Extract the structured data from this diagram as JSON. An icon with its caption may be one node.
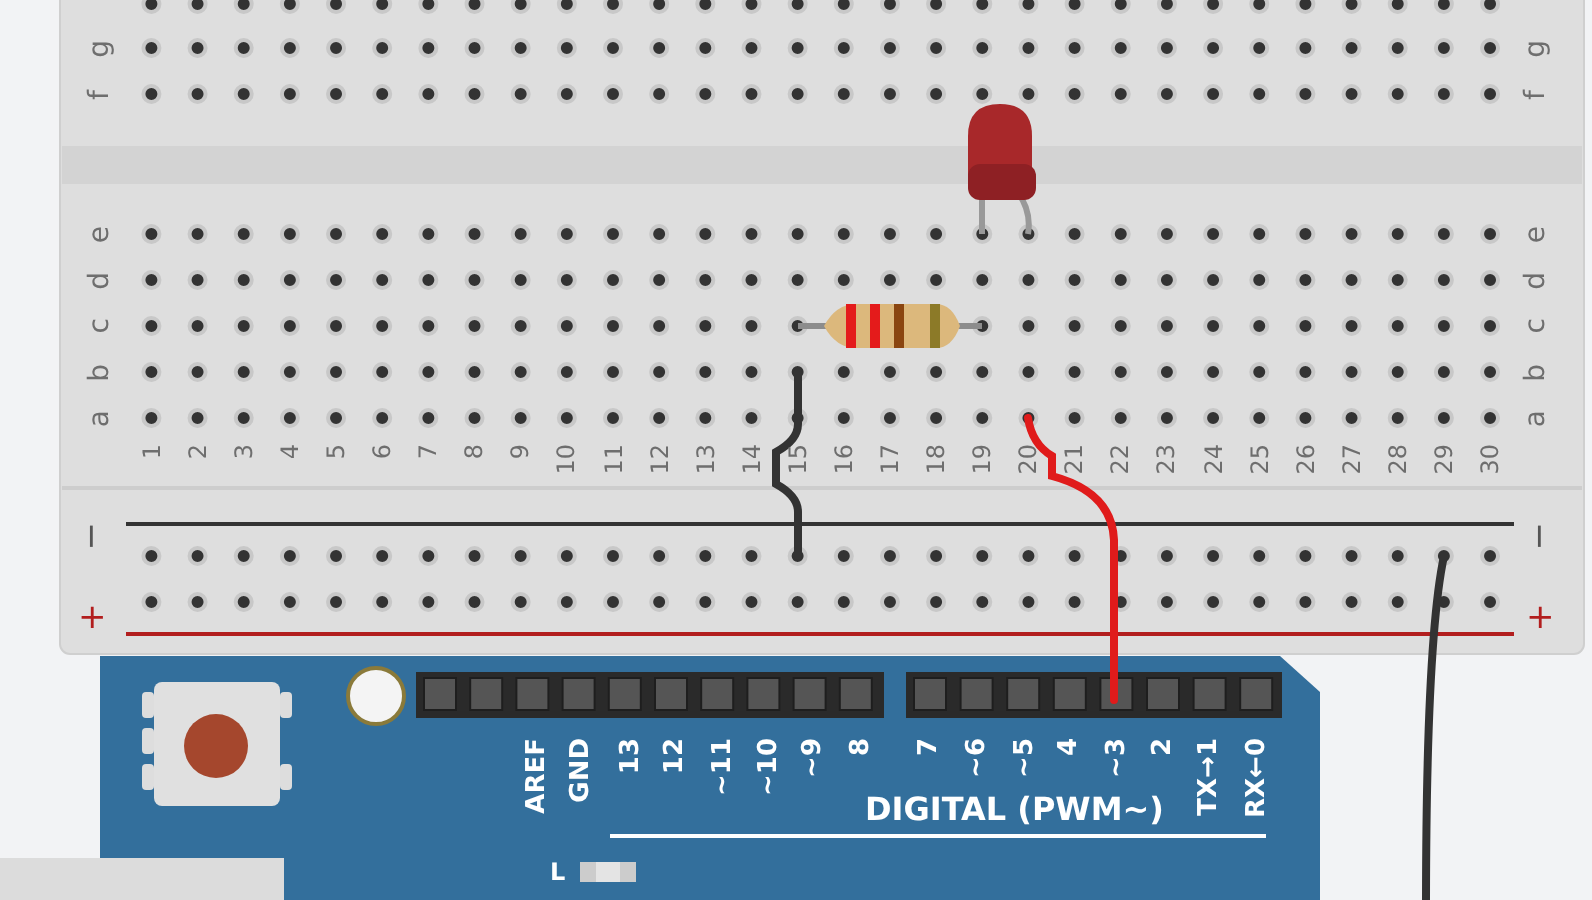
{
  "diagram": {
    "labels": [
      "g",
      "g",
      "f",
      "f",
      "e",
      "e",
      "d",
      "d",
      "c",
      "c",
      "b",
      "b",
      "a",
      "a",
      "1",
      "2",
      "3",
      "4",
      "5",
      "6",
      "7",
      "8",
      "9",
      "10",
      "11",
      "12",
      "13",
      "14",
      "15",
      "16",
      "17",
      "18",
      "19",
      "20",
      "21",
      "22",
      "23",
      "24",
      "25",
      "26",
      "27",
      "28",
      "29",
      "30",
      "−",
      "−",
      "+",
      "+",
      "AREF",
      "GND",
      "13",
      "12",
      "~11",
      "~10",
      "~9",
      "8",
      "7",
      "~6",
      "~5",
      "4",
      "~3",
      "2",
      "TX→1",
      "RX←0",
      "DIGITAL (PWM~)",
      "L"
    ]
  }
}
